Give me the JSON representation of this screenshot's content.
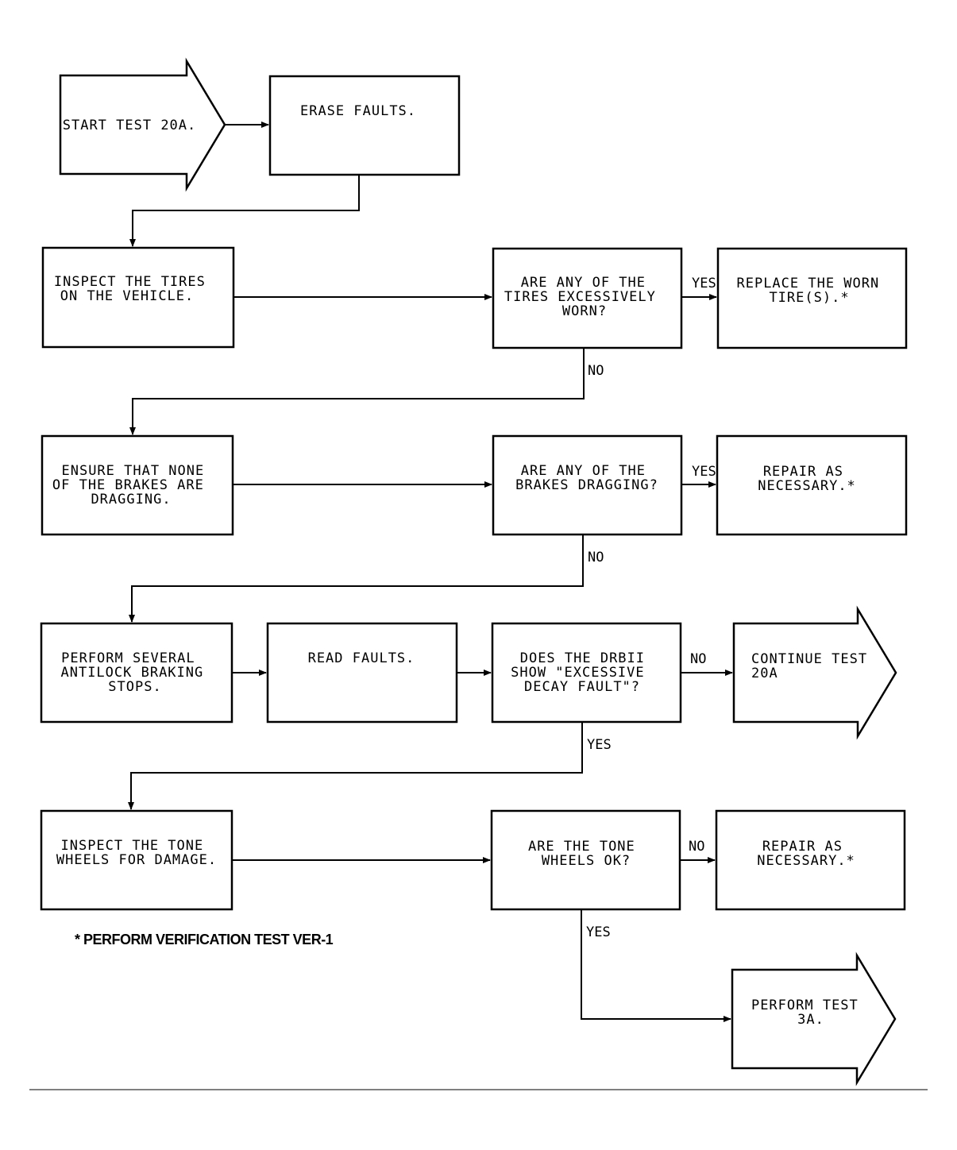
{
  "nodes": {
    "start": [
      "START TEST 20A."
    ],
    "erase": [
      "ERASE FAULTS."
    ],
    "inspect_tires": [
      "INSPECT THE TIRES",
      "ON THE VEHICLE."
    ],
    "q_tires": [
      "ARE ANY OF THE",
      "TIRES EXCESSIVELY",
      "WORN?"
    ],
    "replace_tire": [
      "REPLACE THE WORN",
      "TIRE(S).*"
    ],
    "ensure_brakes": [
      "ENSURE THAT NONE",
      "OF THE BRAKES ARE",
      "DRAGGING."
    ],
    "q_brakes": [
      "ARE ANY OF THE",
      "BRAKES DRAGGING?"
    ],
    "repair_brakes": [
      "REPAIR AS",
      "NECESSARY.*"
    ],
    "perform_stops": [
      "PERFORM SEVERAL",
      "ANTILOCK BRAKING",
      "STOPS."
    ],
    "read_faults": [
      "READ FAULTS."
    ],
    "q_decay": [
      "DOES THE DRBII",
      "SHOW \"EXCESSIVE",
      "DECAY FAULT\"?"
    ],
    "continue_test": [
      "CONTINUE TEST",
      "20A"
    ],
    "inspect_tone": [
      "INSPECT THE TONE",
      "WHEELS FOR DAMAGE."
    ],
    "q_tone": [
      "ARE THE TONE",
      "WHEELS OK?"
    ],
    "repair_tone": [
      "REPAIR AS",
      "NECESSARY.*"
    ],
    "perform_3a": [
      "PERFORM TEST",
      "3A."
    ]
  },
  "labels": {
    "yes": "YES",
    "no": "NO"
  },
  "footnote": "* PERFORM VERIFICATION TEST VER-1"
}
